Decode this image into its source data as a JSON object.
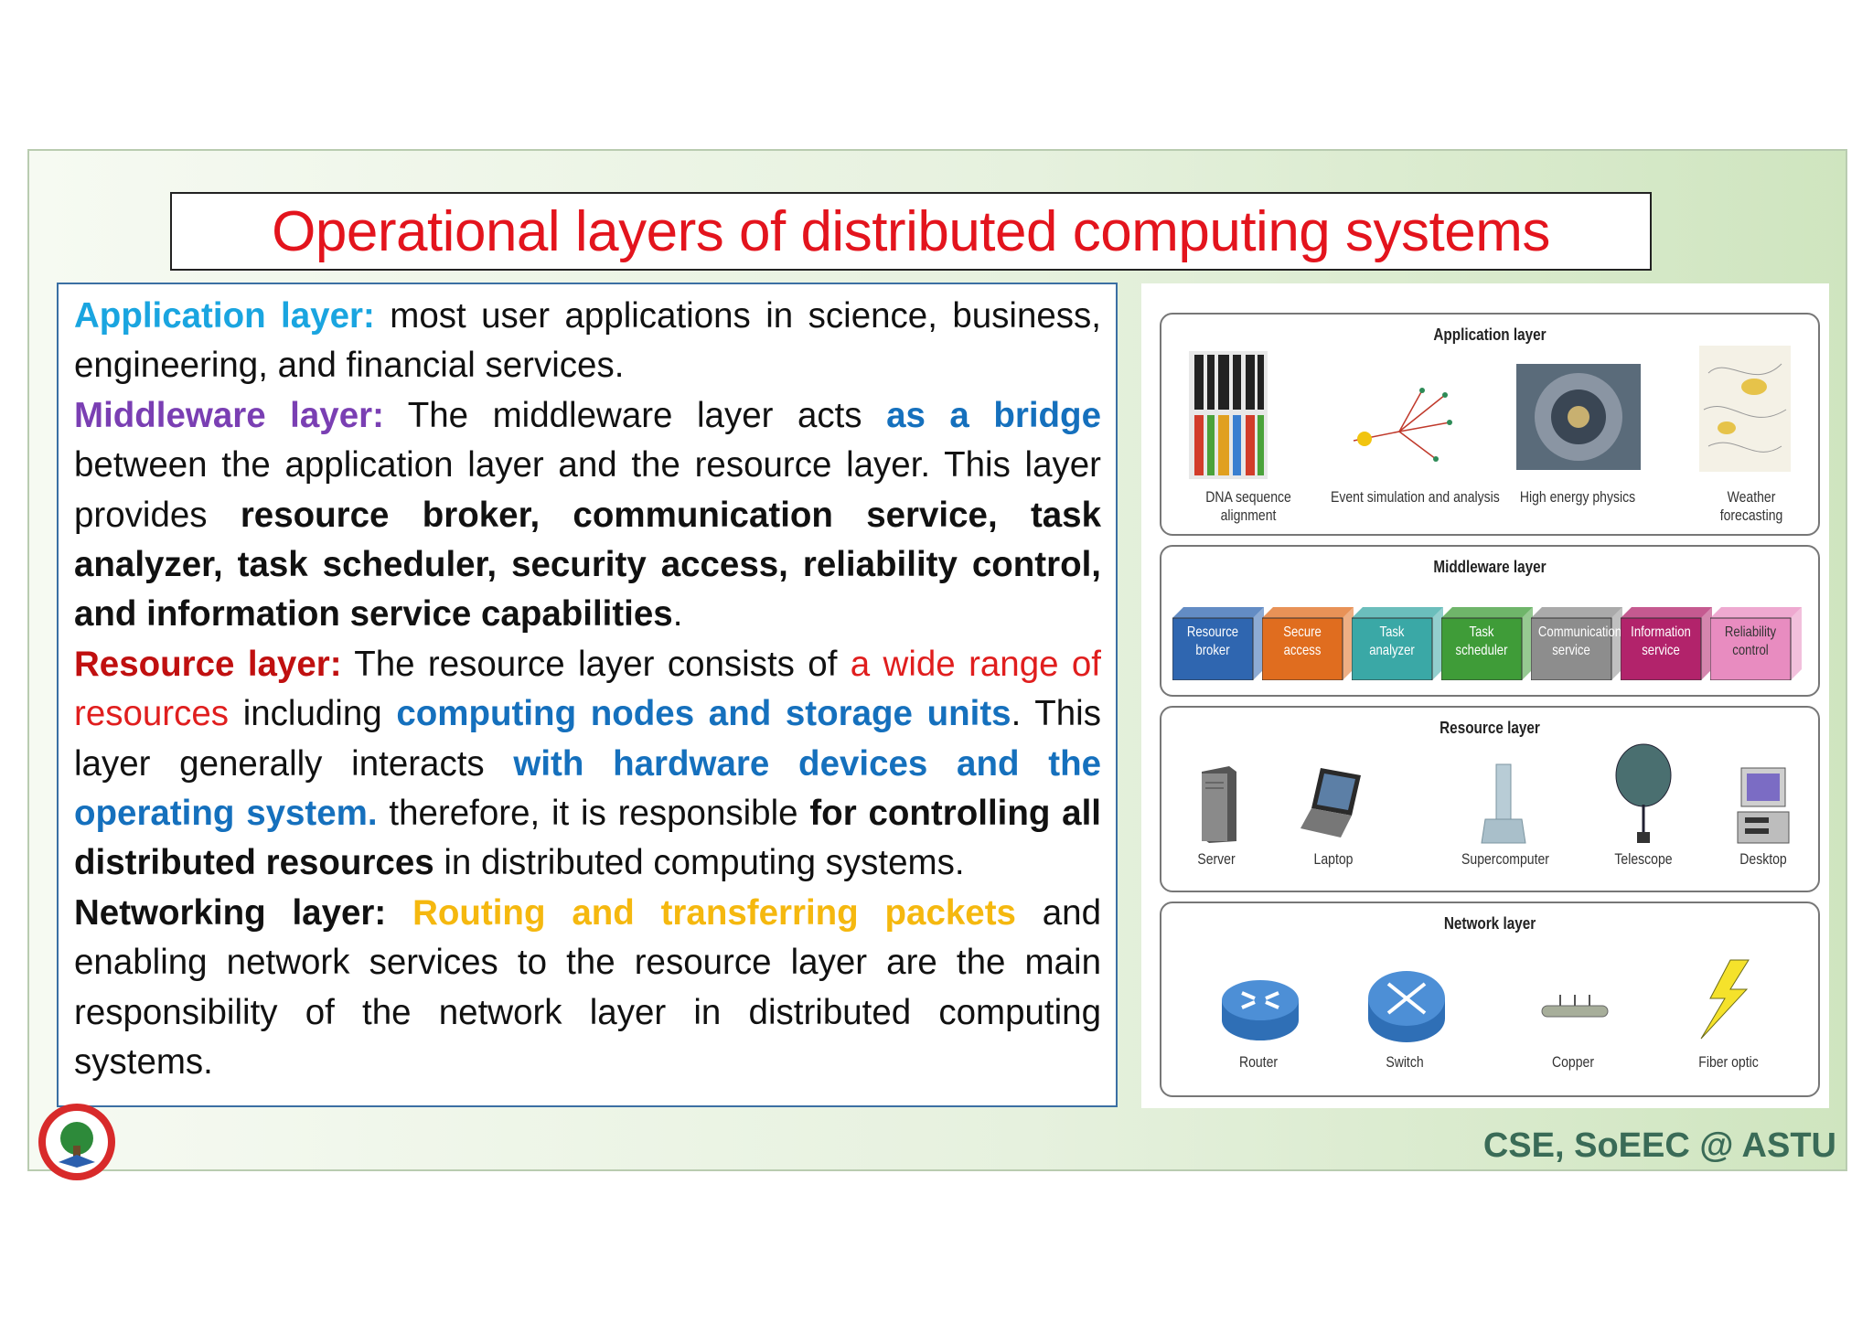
{
  "title": "Operational layers of distributed computing systems",
  "text": {
    "app": {
      "label": "Application layer:",
      "body": " most user applications in science, business, engineering, and financial services."
    },
    "mid": {
      "label": "Middleware layer:",
      "t1": " The middleware layer acts ",
      "bridge": "as a bridge",
      "t2": " between the application layer and the resource layer. This layer provides ",
      "bold": "resource broker, communication service, task analyzer, task scheduler, security access, reliability control, and information service capabilities",
      "t3": "."
    },
    "res": {
      "label": "Resource layer:",
      "t1": " The resource layer consists of ",
      "range": "a wide range of resources",
      "t2": " including ",
      "nodes": "computing nodes and storage units",
      "t3": ". This layer generally interacts ",
      "hw": "with hardware devices and the operating system.",
      "t4": " therefore, it is responsible ",
      "ctrl": "for controlling all distributed resources",
      "t5": " in distributed computing systems."
    },
    "net": {
      "label": "Networking layer:",
      "t1": " ",
      "routing": "Routing and transferring packets",
      "t2": " and enabling network services to the resource layer are the main responsibility of the network layer in distributed computing systems."
    }
  },
  "figure": {
    "application": {
      "title": "Application layer",
      "items": [
        "DNA sequence\nalignment",
        "Event simulation and analysis",
        "High energy physics",
        "Weather\nforecasting"
      ]
    },
    "middleware": {
      "title": "Middleware layer",
      "items": [
        {
          "label": "Resource\nbroker",
          "color": "#2f66b0"
        },
        {
          "label": "Secure\naccess",
          "color": "#e06d1f"
        },
        {
          "label": "Task\nanalyzer",
          "color": "#3aa8a6"
        },
        {
          "label": "Task\nscheduler",
          "color": "#3f9c38"
        },
        {
          "label": "Communication\nservice",
          "color": "#8d8d8d"
        },
        {
          "label": "Information\nservice",
          "color": "#b2236b"
        },
        {
          "label": "Reliability\ncontrol",
          "color": "#e88cc0"
        }
      ]
    },
    "resource": {
      "title": "Resource layer",
      "items": [
        "Server",
        "Laptop",
        "Supercomputer",
        "Telescope",
        "Desktop"
      ]
    },
    "network": {
      "title": "Network layer",
      "items": [
        "Router",
        "Switch",
        "Copper",
        "Fiber optic"
      ]
    }
  },
  "footer": "CSE, SoEEC @ ASTU"
}
